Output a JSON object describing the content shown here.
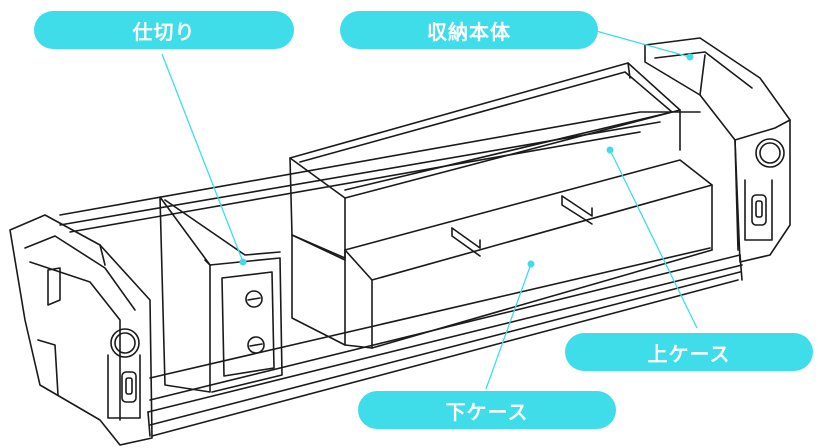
{
  "labels": {
    "partition": "仕切り",
    "storage_body": "収納本体",
    "upper_case": "上ケース",
    "lower_case": "下ケース"
  },
  "colors": {
    "callout_bg": "#3fdde9",
    "callout_text": "#ffffff",
    "leader_line": "#3fdde9",
    "line_art": "#1a1a1a"
  }
}
